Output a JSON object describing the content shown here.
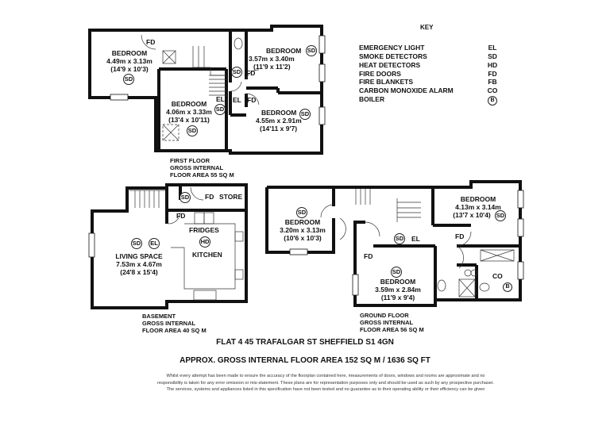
{
  "key": {
    "title": "KEY",
    "items": [
      {
        "name": "EMERGENCY LIGHT",
        "code": "EL"
      },
      {
        "name": "SMOKE DETECTORS",
        "code": "SD"
      },
      {
        "name": "HEAT DETECTORS",
        "code": "HD"
      },
      {
        "name": "FIRE DOORS",
        "code": "FD"
      },
      {
        "name": "FIRE BLANKETS",
        "code": "FB"
      },
      {
        "name": "CARBON MONOXIDE ALARM",
        "code": "CO"
      },
      {
        "name": "BOILER",
        "code": "B"
      }
    ]
  },
  "first_floor": {
    "area_lines": [
      "FIRST FLOOR",
      "GROSS INTERNAL",
      "FLOOR AREA 55 SQ M"
    ],
    "rooms": [
      {
        "name": "BEDROOM",
        "metric": "4.49m x 3.13m",
        "imperial": "(14'9 x 10'3)"
      },
      {
        "name": "BEDROOM",
        "metric": "4.06m x 3.33m",
        "imperial": "(13'4 x 10'11)"
      },
      {
        "name": "BEDROOM",
        "metric": "3.57m x 3.40m",
        "imperial": "(11'9 x 11'2)"
      },
      {
        "name": "BEDROOM",
        "metric": "4.55m x 2.91m",
        "imperial": "(14'11 x 9'7)"
      }
    ]
  },
  "basement": {
    "area_lines": [
      "BASEMENT",
      "GROSS INTERNAL",
      "FLOOR AREA 40 SQ M"
    ],
    "store": "STORE",
    "fridges": "FRIDGES",
    "kitchen": "KITCHEN",
    "living": {
      "name": "LIVING SPACE",
      "metric": "7.53m x 4.67m",
      "imperial": "(24'8 x 15'4)"
    }
  },
  "ground_floor": {
    "area_lines": [
      "GROUND FLOOR",
      "GROSS INTERNAL",
      "FLOOR AREA 56 SQ M"
    ],
    "rooms": [
      {
        "name": "BEDROOM",
        "metric": "3.20m x 3.13m",
        "imperial": "(10'6 x 10'3)"
      },
      {
        "name": "BEDROOM",
        "metric": "4.13m x 3.14m",
        "imperial": "(13'7 x 10'4)"
      },
      {
        "name": "BEDROOM",
        "metric": "3.59m x 2.84m",
        "imperial": "(11'9 x 9'4)"
      }
    ]
  },
  "codes": {
    "sd": "SD",
    "el": "EL",
    "fd": "FD",
    "hd": "HD",
    "co": "CO",
    "b": "B"
  },
  "address": "FLAT 4 45 TRAFALGAR ST SHEFFIELD S1 4GN",
  "total_area": "APPROX. GROSS INTERNAL FLOOR AREA 152 SQ M / 1636 SQ FT",
  "disclaimer": "Whilst every attempt has been made to ensure the accuracy of the floorplan contained here, measurements of doors, windows and rooms are approximate and no responsibility is taken for any error omission or mis-statement. These plans are for representation purposes only and should be used as such by any prospective purchaser. The services, systems and appliances listed in this specification have not been tested and no guarantee as to their operating ability or their efficiency can be given"
}
